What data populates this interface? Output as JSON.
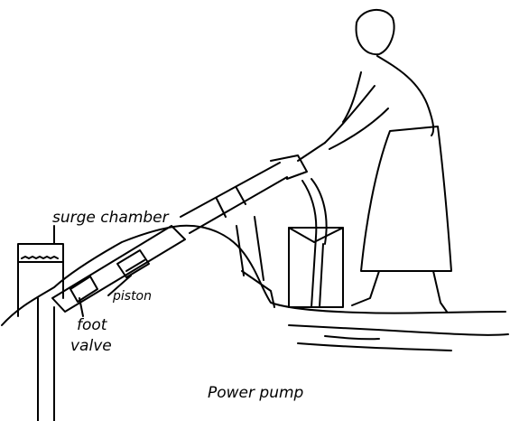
{
  "labels": {
    "surge_chamber": "surge chamber",
    "piston": "piston",
    "foot_valve_line1": "foot",
    "foot_valve_line2": "valve",
    "caption": "Power pump"
  },
  "colors": {
    "ink": "#000000",
    "paper": "#ffffff"
  }
}
